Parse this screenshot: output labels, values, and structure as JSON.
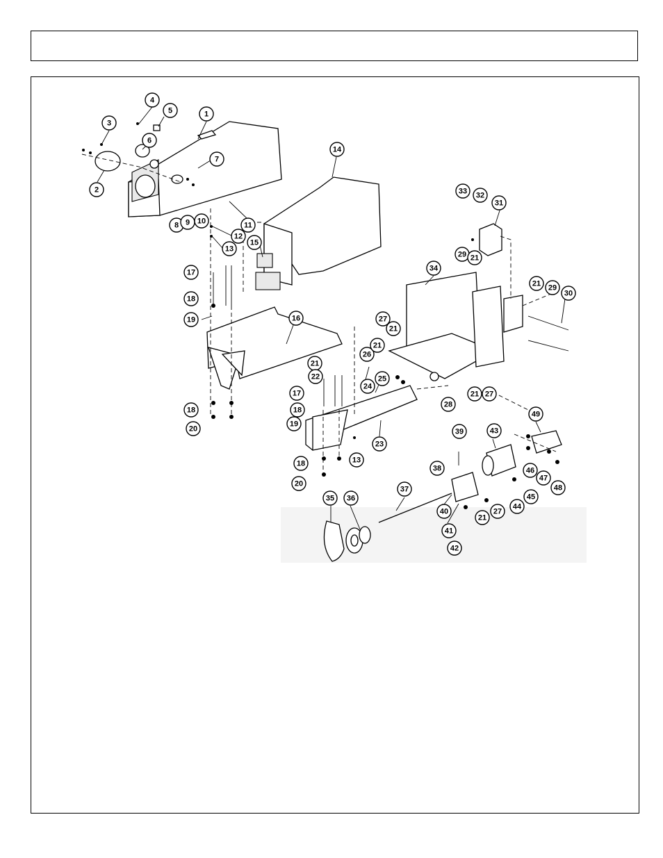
{
  "header": {
    "title": ""
  },
  "diagram": {
    "callouts": [
      {
        "label": "1"
      },
      {
        "label": "2"
      },
      {
        "label": "3"
      },
      {
        "label": "4"
      },
      {
        "label": "5"
      },
      {
        "label": "6"
      },
      {
        "label": "7"
      },
      {
        "label": "8"
      },
      {
        "label": "9"
      },
      {
        "label": "10"
      },
      {
        "label": "11"
      },
      {
        "label": "12"
      },
      {
        "label": "13"
      },
      {
        "label": "14"
      },
      {
        "label": "15"
      },
      {
        "label": "16"
      },
      {
        "label": "17"
      },
      {
        "label": "18"
      },
      {
        "label": "19"
      },
      {
        "label": "18"
      },
      {
        "label": "20"
      },
      {
        "label": "21"
      },
      {
        "label": "22"
      },
      {
        "label": "17"
      },
      {
        "label": "18"
      },
      {
        "label": "19"
      },
      {
        "label": "24"
      },
      {
        "label": "25"
      },
      {
        "label": "26"
      },
      {
        "label": "23"
      },
      {
        "label": "13"
      },
      {
        "label": "18"
      },
      {
        "label": "20"
      },
      {
        "label": "33"
      },
      {
        "label": "32"
      },
      {
        "label": "31"
      },
      {
        "label": "29"
      },
      {
        "label": "21"
      },
      {
        "label": "34"
      },
      {
        "label": "21"
      },
      {
        "label": "29"
      },
      {
        "label": "30"
      },
      {
        "label": "27"
      },
      {
        "label": "21"
      },
      {
        "label": "21"
      },
      {
        "label": "28"
      },
      {
        "label": "21"
      },
      {
        "label": "27"
      },
      {
        "label": "39"
      },
      {
        "label": "43"
      },
      {
        "label": "49"
      },
      {
        "label": "38"
      },
      {
        "label": "46"
      },
      {
        "label": "47"
      },
      {
        "label": "48"
      },
      {
        "label": "37"
      },
      {
        "label": "35"
      },
      {
        "label": "36"
      },
      {
        "label": "40"
      },
      {
        "label": "21"
      },
      {
        "label": "27"
      },
      {
        "label": "44"
      },
      {
        "label": "45"
      },
      {
        "label": "41"
      },
      {
        "label": "42"
      }
    ]
  }
}
